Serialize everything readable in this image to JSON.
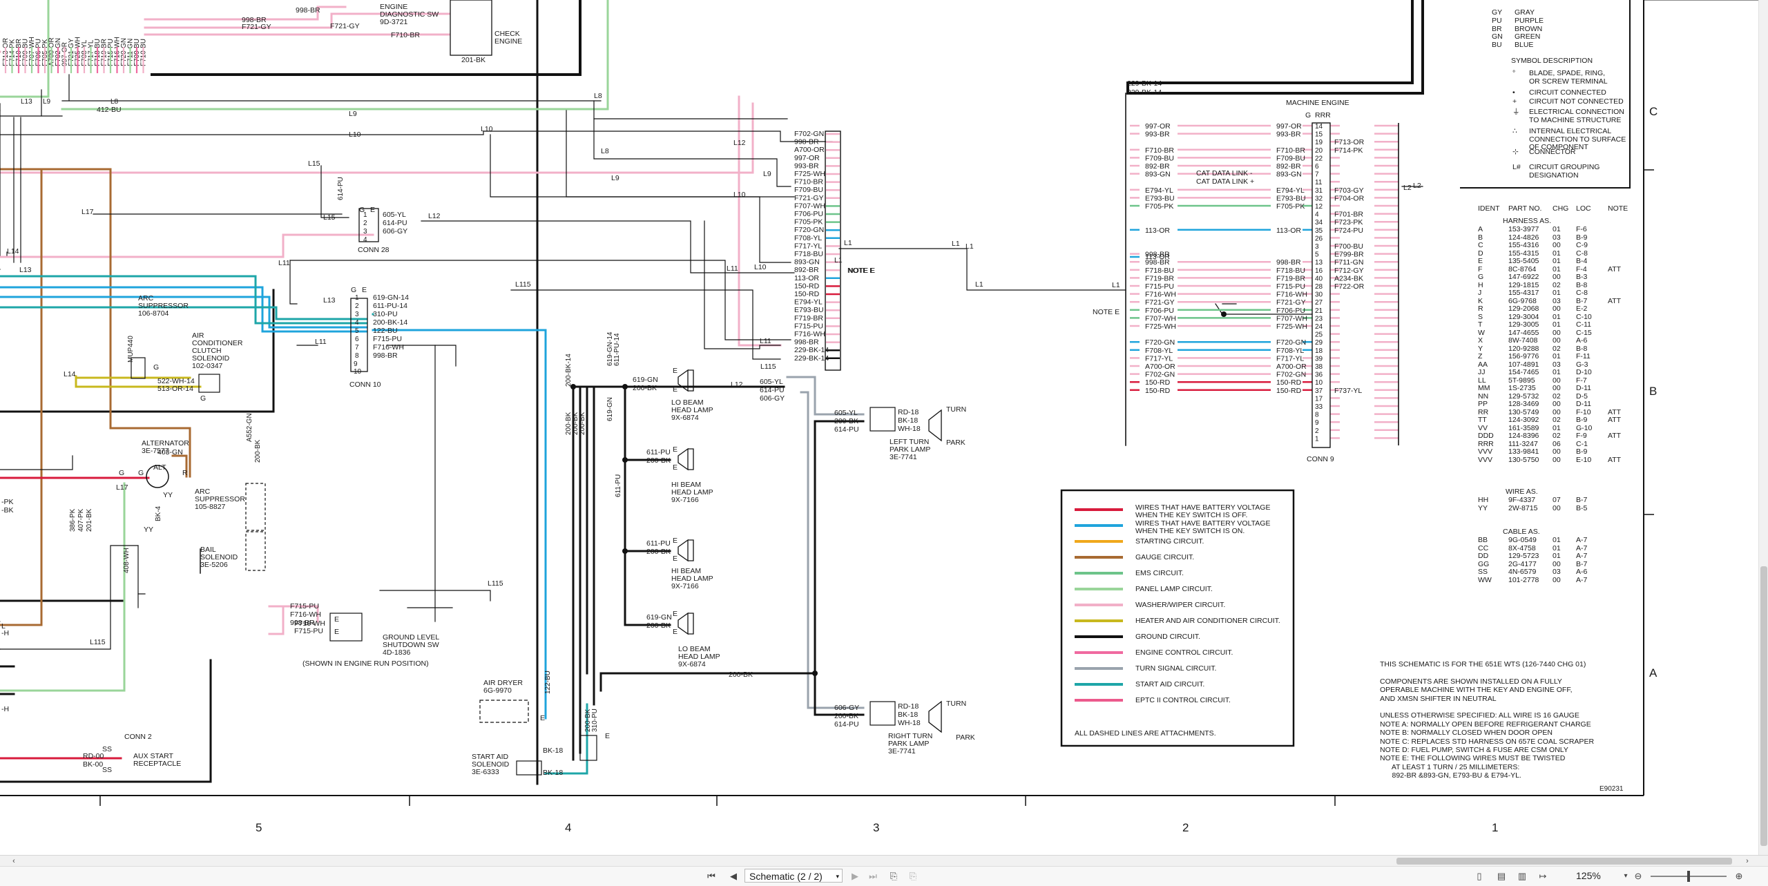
{
  "viewer": {
    "page_selector": "Schematic (2 / 2)",
    "zoom": "125%",
    "nav": {
      "first": "⏮",
      "prev": "◀",
      "next": "▶",
      "last": "⏭"
    }
  },
  "schematic": {
    "grid_columns": [
      "5",
      "4",
      "3",
      "2",
      "1"
    ],
    "grid_rows": [
      "C",
      "B",
      "A"
    ],
    "drawing_number": "E90231",
    "components": {
      "engine_diag": [
        "ENGINE",
        "DIAGNOSTIC SW",
        "9D-3721"
      ],
      "check_engine": [
        "CHECK",
        "ENGINE"
      ],
      "arc_supp1": [
        "ARC",
        "SUPPRESSOR",
        "106-8704"
      ],
      "ac_clutch": [
        "AIR",
        "CONDITIONER",
        "CLUTCH",
        "SOLENOID",
        "102-0347"
      ],
      "alternator": [
        "ALTERNATOR",
        "3E-7577"
      ],
      "arc_supp2": [
        "ARC",
        "SUPPRESSOR",
        "105-8827"
      ],
      "bail": [
        "BAIL",
        "SOLENOID",
        "3E-5206"
      ],
      "conn28": "CONN 28",
      "conn10": "CONN 10",
      "conn9": "CONN 9",
      "conn2": "CONN 2",
      "aux_start": [
        "AUX START",
        "RECEPTACLE"
      ],
      "ground_level": [
        "GROUND LEVEL",
        "SHUTDOWN SW",
        "4D-1836"
      ],
      "shown_run": "(SHOWN IN ENGINE RUN POSITION)",
      "air_dryer": [
        "AIR DRYER",
        "6G-9970"
      ],
      "start_aid": [
        "START AID",
        "SOLENOID",
        "3E-6333"
      ],
      "lo_beam1": [
        "LO BEAM",
        "HEAD LAMP",
        "9X-6874"
      ],
      "hi_beam1": [
        "HI BEAM",
        "HEAD LAMP",
        "9X-7166"
      ],
      "hi_beam2": [
        "HI BEAM",
        "HEAD LAMP",
        "9X-7166"
      ],
      "lo_beam2": [
        "LO BEAM",
        "HEAD LAMP",
        "9X-6874"
      ],
      "left_turn": [
        "LEFT TURN",
        "PARK LAMP",
        "3E-7741"
      ],
      "right_turn": [
        "RIGHT TURN",
        "PARK LAMP",
        "3E-7741"
      ],
      "turn": "TURN",
      "park": "PARK",
      "machine_engine": "MACHINE ENGINE",
      "cat_link1": "CAT DATA LINK -",
      "cat_link2": "CAT DATA LINK +",
      "note_e": "NOTE E"
    },
    "conn28_left": [
      "605-YL",
      "614-PU",
      "606-GY"
    ],
    "conn10_left": [
      "619-GN-14",
      "611-PU-14",
      "310-PU",
      "200-BK-14",
      "122-BU",
      "F715-PU",
      "F716-WH",
      "998-BR"
    ],
    "conn_mid_labels": [
      "F702-GN",
      "998-BR",
      "A700-OR",
      "997-OR",
      "993-BR",
      "F725-WH",
      "F710-BR",
      "F709-BU",
      "F721-GY",
      "F707-WH",
      "F706-PU",
      "F705-PK",
      "F720-GN",
      "F708-YL",
      "F717-YL",
      "F718-BU",
      "893-GN",
      "892-BR",
      "113-OR",
      "150-RD",
      "150-RD",
      "E794-YL",
      "E793-BU",
      "F719-BR",
      "F715-PU",
      "F716-WH",
      "998-BR",
      "229-BK-14",
      "229-BK-14"
    ],
    "conn9_left": [
      "997-OR",
      "993-BR",
      "",
      "F710-BR",
      "F709-BU",
      "892-BR",
      "893-GN",
      "",
      "E794-YL",
      "E793-BU",
      "F705-PK",
      "",
      "",
      "113-OR",
      "",
      "",
      "998-BR",
      "998-BR",
      "F718-BU",
      "F719-BR",
      "F715-PU",
      "F716-WH",
      "F721-GY",
      "F706-PU",
      "F707-WH",
      "F725-WH",
      "",
      "F720-GN",
      "F708-YL",
      "F717-YL",
      "A700-OR",
      "F702-GN",
      "150-RD",
      "150-RD"
    ],
    "conn9_right_left": [
      "997-OR",
      "993-BR",
      "",
      "F710-BR",
      "F709-BU",
      "892-BR",
      "893-GN",
      "",
      "E794-YL",
      "E793-BU",
      "F705-PK",
      "",
      "",
      "113-OR",
      "",
      "",
      "",
      "998-BR",
      "F718-BU",
      "F719-BR",
      "F715-PU",
      "F716-WH",
      "F721-GY",
      "F706-PU",
      "F707-WH",
      "F725-WH",
      "",
      "F720-GN",
      "F708-YL",
      "F717-YL",
      "A700-OR",
      "F702-GN",
      "150-RD",
      "150-RD"
    ],
    "conn9_pins": [
      "14",
      "15",
      "19",
      "20",
      "22",
      "6",
      "7",
      "11",
      "31",
      "32",
      "12",
      "4",
      "34",
      "35",
      "26",
      "3",
      "5",
      "13",
      "16",
      "40",
      "28",
      "30",
      "27",
      "21",
      "23",
      "24",
      "25",
      "29",
      "18",
      "39",
      "38",
      "36",
      "10",
      "37",
      "17",
      "33",
      "8",
      "9",
      "2",
      "1"
    ],
    "conn9_right": [
      "",
      "",
      "F713-OR",
      "F714-PK",
      "",
      "",
      "",
      "",
      "F703-GY",
      "F704-OR",
      "",
      "F701-BR",
      "F723-PK",
      "F724-PU",
      "",
      "F700-BU",
      "E799-BR",
      "F711-GN",
      "F712-GY",
      "A234-BK",
      "F722-OR",
      "",
      "",
      "",
      "",
      "",
      "",
      "",
      "",
      "",
      "",
      "",
      "",
      "F737-YL",
      "",
      "",
      "",
      "",
      "",
      ""
    ],
    "legend": {
      "items": [
        {
          "color": "#d81b3c",
          "text": [
            "WIRES THAT HAVE BATTERY VOLTAGE",
            "WHEN THE KEY SWITCH IS OFF."
          ]
        },
        {
          "color": "#1fa4dc",
          "text": [
            "WIRES THAT HAVE BATTERY VOLTAGE",
            "WHEN THE KEY SWITCH IS ON."
          ]
        },
        {
          "color": "#f0a81c",
          "text": [
            "STARTING CIRCUIT."
          ]
        },
        {
          "color": "#a86a32",
          "text": [
            "GAUGE CIRCUIT."
          ]
        },
        {
          "color": "#6dc48a",
          "text": [
            "EMS CIRCUIT."
          ]
        },
        {
          "color": "#9ad59a",
          "text": [
            "PANEL LAMP CIRCUIT."
          ]
        },
        {
          "color": "#f2b0c8",
          "text": [
            "WASHER/WIPER CIRCUIT."
          ]
        },
        {
          "color": "#c8b81e",
          "text": [
            "HEATER AND AIR CONDITIONER CIRCUIT."
          ]
        },
        {
          "color": "#111111",
          "text": [
            "GROUND CIRCUIT."
          ]
        },
        {
          "color": "#f06aa0",
          "text": [
            "ENGINE CONTROL CIRCUIT."
          ]
        },
        {
          "color": "#9aa3ad",
          "text": [
            "TURN SIGNAL CIRCUIT."
          ]
        },
        {
          "color": "#1ea6a8",
          "text": [
            "START AID CIRCUIT."
          ]
        },
        {
          "color": "#ec5a8c",
          "text": [
            "EPTC II CONTROL CIRCUIT."
          ]
        }
      ],
      "footer": "ALL DASHED LINES ARE ATTACHMENTS."
    },
    "notes": [
      "THIS SCHEMATIC IS FOR THE 651E WTS (126-7440 CHG 01)",
      "",
      "COMPONENTS ARE SHOWN INSTALLED ON A FULLY",
      "OPERABLE MACHINE WITH THE KEY AND ENGINE OFF,",
      "AND XMSN SHIFTER IN NEUTRAL",
      "",
      "UNLESS OTHERWISE SPECIFIED: ALL WIRE IS 16 GAUGE",
      "NOTE A: NORMALLY OPEN BEFORE REFRIGERANT CHARGE",
      "NOTE B: NORMALLY CLOSED WHEN DOOR OPEN",
      "NOTE C: REPLACES STD HARNESS ON 657E COAL SCRAPER",
      "NOTE D: FUEL PUMP, SWITCH & FUSE ARE CSM ONLY",
      "NOTE E: THE FOLLOWING WIRES MUST BE TWISTED",
      "      AT LEAST 1 TURN / 25 MILLIMETERS:",
      "      892-BR &893-GN, E793-BU & E794-YL."
    ],
    "colors_top": [
      {
        "code": "GY",
        "name": "GRAY"
      },
      {
        "code": "PU",
        "name": "PURPLE"
      },
      {
        "code": "BR",
        "name": "BROWN"
      },
      {
        "code": "GN",
        "name": "GREEN"
      },
      {
        "code": "BU",
        "name": "BLUE"
      }
    ],
    "symbols": {
      "header": [
        "SYMBOL",
        "DESCRIPTION"
      ],
      "items": [
        [
          "BLADE, SPADE, RING,",
          "OR SCREW TERMINAL"
        ],
        [
          "CIRCUIT CONNECTED"
        ],
        [
          "CIRCUIT NOT CONNECTED"
        ],
        [
          "ELECTRICAL CONNECTION",
          "TO MACHINE STRUCTURE"
        ],
        [
          "INTERNAL ELECTRICAL",
          "CONNECTION TO SURFACE",
          "OF COMPONENT"
        ],
        [
          "CONNECTOR"
        ],
        [
          "CIRCUIT GROUPING",
          "DESIGNATION"
        ]
      ],
      "glyphs": [
        "°",
        "•",
        "+",
        "⏚",
        "∴",
        "⊹",
        "L#"
      ]
    },
    "ident_table": {
      "headers": [
        "IDENT",
        "PART NO.",
        "CHG",
        "LOC",
        "NOTE"
      ],
      "harness_title": "HARNESS AS.",
      "harness": [
        [
          "A",
          "153-3977",
          "01",
          "F-6",
          ""
        ],
        [
          "B",
          "124-4826",
          "03",
          "B-9",
          ""
        ],
        [
          "C",
          "155-4316",
          "00",
          "C-9",
          ""
        ],
        [
          "D",
          "155-4315",
          "01",
          "C-8",
          ""
        ],
        [
          "E",
          "135-5405",
          "01",
          "B-4",
          ""
        ],
        [
          "F",
          "8C-8764",
          "01",
          "F-4",
          "ATT"
        ],
        [
          "G",
          "147-6922",
          "00",
          "B-3",
          ""
        ],
        [
          "H",
          "129-1815",
          "02",
          "B-8",
          ""
        ],
        [
          "J",
          "155-4317",
          "01",
          "C-8",
          ""
        ],
        [
          "K",
          "6G-9768",
          "03",
          "B-7",
          "ATT"
        ],
        [
          "R",
          "129-2068",
          "00",
          "E-2",
          ""
        ],
        [
          "S",
          "129-3004",
          "01",
          "C-10",
          ""
        ],
        [
          "T",
          "129-3005",
          "01",
          "C-11",
          ""
        ],
        [
          "W",
          "147-4655",
          "00",
          "C-15",
          ""
        ],
        [
          "X",
          "8W-7408",
          "00",
          "A-6",
          ""
        ],
        [
          "Y",
          "120-9288",
          "02",
          "B-8",
          ""
        ],
        [
          "Z",
          "156-9776",
          "01",
          "F-11",
          ""
        ],
        [
          "AA",
          "107-4891",
          "03",
          "G-3",
          ""
        ],
        [
          "JJ",
          "154-7465",
          "01",
          "D-10",
          ""
        ],
        [
          "LL",
          "5T-9895",
          "00",
          "F-7",
          ""
        ],
        [
          "MM",
          "1S-2735",
          "00",
          "D-11",
          ""
        ],
        [
          "NN",
          "129-5732",
          "02",
          "D-5",
          ""
        ],
        [
          "PP",
          "128-3469",
          "00",
          "D-11",
          ""
        ],
        [
          "RR",
          "130-5749",
          "00",
          "F-10",
          "ATT"
        ],
        [
          "TT",
          "124-3092",
          "02",
          "B-9",
          "ATT"
        ],
        [
          "VV",
          "161-3589",
          "01",
          "G-10",
          ""
        ],
        [
          "DDD",
          "124-8396",
          "02",
          "F-9",
          "ATT"
        ],
        [
          "RRR",
          "111-3247",
          "06",
          "C-1",
          ""
        ],
        [
          "VVV",
          "133-9841",
          "00",
          "B-9",
          ""
        ],
        [
          "VVV",
          "130-5750",
          "00",
          "E-10",
          "ATT"
        ]
      ],
      "wire_title": "WIRE AS.",
      "wire": [
        [
          "HH",
          "9F-4337",
          "07",
          "B-7",
          ""
        ],
        [
          "YY",
          "2W-8715",
          "00",
          "B-5",
          ""
        ]
      ],
      "cable_title": "CABLE AS.",
      "cable": [
        [
          "BB",
          "9G-0549",
          "01",
          "A-7",
          ""
        ],
        [
          "CC",
          "8X-4758",
          "01",
          "A-7",
          ""
        ],
        [
          "DD",
          "129-5723",
          "01",
          "A-7",
          ""
        ],
        [
          "GG",
          "2G-4177",
          "00",
          "B-7",
          ""
        ],
        [
          "SS",
          "4N-6579",
          "03",
          "A-6",
          ""
        ],
        [
          "WW",
          "101-2778",
          "00",
          "A-7",
          ""
        ]
      ]
    }
  }
}
